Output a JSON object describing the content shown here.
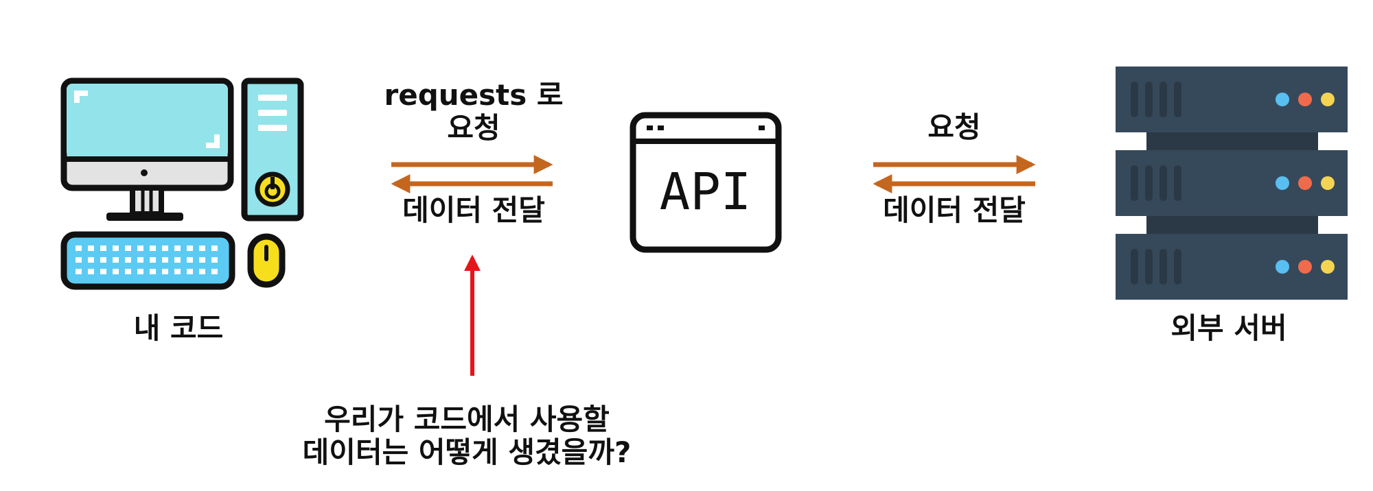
{
  "nodes": {
    "my_code": "내 코드",
    "api": "API",
    "server": "외부 서버"
  },
  "edges": {
    "left_request": "requests 로\n요청",
    "left_delivery": "데이터 전달",
    "right_request": "요청",
    "right_delivery": "데이터 전달"
  },
  "callout": {
    "text": "우리가 코드에서 사용할\n데이터는 어떻게 생겼을까?"
  },
  "colors": {
    "arrow": "#C5661F",
    "pointer": "#E8141C",
    "screen": "#93E3EA",
    "server_body": "#36495B",
    "led_blue": "#59BFF0",
    "led_red": "#F06B4B",
    "led_yellow": "#F5D451",
    "keyboard_keys": "#5CCBF3",
    "mouse": "#F6DE1D"
  }
}
